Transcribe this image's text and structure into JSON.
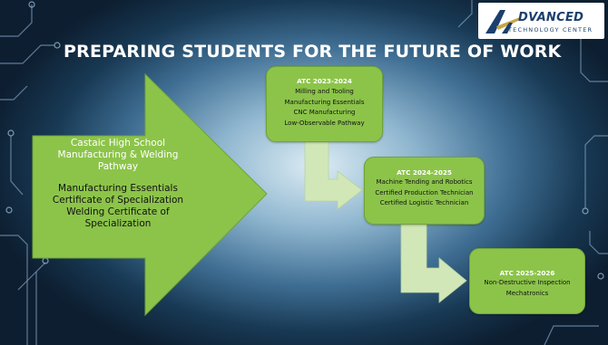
{
  "slide": {
    "title": "PREPARING STUDENTS FOR THE FUTURE OF WORK"
  },
  "logo": {
    "main": "DVANCED",
    "sub": "TECHNOLOGY CENTER"
  },
  "main_arrow": {
    "heading_lines": [
      "Castaic High School",
      "Manufacturing & Welding",
      "Pathway"
    ],
    "body_lines": [
      "Manufacturing Essentials",
      "Certificate of Specialization",
      "Welding Certificate of",
      "Specialization"
    ]
  },
  "boxes": [
    {
      "title": "ATC 2023-2024",
      "items": [
        "Milling and Tooling",
        "Manufacturing Essentials",
        "CNC Manufacturing",
        "Low-Observable Pathway"
      ]
    },
    {
      "title": "ATC 2024-2025",
      "items": [
        "Machine Tending and Robotics",
        "Certified Production Technician",
        "Certified Logistic Technician"
      ]
    },
    {
      "title": "ATC 2025-2026",
      "items": [
        "Non-Destructive Inspection",
        "Mechatronics"
      ]
    }
  ],
  "colors": {
    "green": "#8cc44a",
    "connector": "#d2e7b8",
    "title_text": "#ffffff",
    "logo_blue": "#1b3f6e"
  }
}
